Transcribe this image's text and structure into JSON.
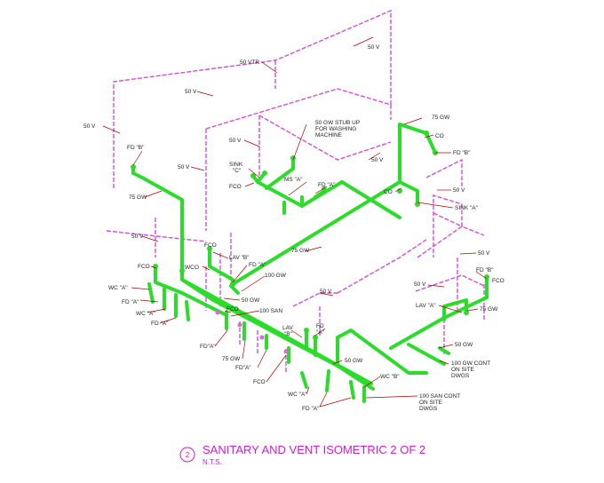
{
  "title": {
    "number": "2",
    "text": "SANITARY AND VENT ISOMETRIC 2 OF 2",
    "scale": "N.T.S."
  },
  "labels": [
    {
      "id": "l1",
      "text": "50 V"
    },
    {
      "id": "l2",
      "text": "50 VTR"
    },
    {
      "id": "l3",
      "text": "50 V"
    },
    {
      "id": "l4",
      "text": "50 V"
    },
    {
      "id": "l5",
      "text": "75 GW"
    },
    {
      "id": "l6",
      "text": "50 GW STUB UP"
    },
    {
      "id": "l7",
      "text": "FOR WASHING"
    },
    {
      "id": "l8",
      "text": "MACHINE"
    },
    {
      "id": "l9",
      "text": "CO"
    },
    {
      "id": "l10",
      "text": "FD \"B\""
    },
    {
      "id": "l11",
      "text": "50 V"
    },
    {
      "id": "l12",
      "text": "FD \"B\""
    },
    {
      "id": "l13",
      "text": "50 V"
    },
    {
      "id": "l14",
      "text": "SINK"
    },
    {
      "id": "l15",
      "text": "\"C\""
    },
    {
      "id": "l16",
      "text": "50 V"
    },
    {
      "id": "l17",
      "text": "FCO"
    },
    {
      "id": "l18",
      "text": "MS \"A\""
    },
    {
      "id": "l19",
      "text": "FD \"A\""
    },
    {
      "id": "l20",
      "text": "CO"
    },
    {
      "id": "l21",
      "text": "50 V"
    },
    {
      "id": "l22",
      "text": "75 GW"
    },
    {
      "id": "l23",
      "text": "SINK \"A\""
    },
    {
      "id": "l24",
      "text": "50 V"
    },
    {
      "id": "l25",
      "text": "FCO"
    },
    {
      "id": "l26",
      "text": "75 GW"
    },
    {
      "id": "l27",
      "text": "50 V"
    },
    {
      "id": "l28",
      "text": "LAV \"B\""
    },
    {
      "id": "l29",
      "text": "FD \"A\""
    },
    {
      "id": "l30",
      "text": "FCO"
    },
    {
      "id": "l31",
      "text": "WCO"
    },
    {
      "id": "l32",
      "text": "100 GW"
    },
    {
      "id": "l33",
      "text": "FD \"B\""
    },
    {
      "id": "l34",
      "text": "FCO"
    },
    {
      "id": "l35",
      "text": "WC \"A\""
    },
    {
      "id": "l36",
      "text": "50 V"
    },
    {
      "id": "l37",
      "text": "50 V"
    },
    {
      "id": "l38",
      "text": "FD \"A\""
    },
    {
      "id": "l39",
      "text": "50 GW"
    },
    {
      "id": "l40",
      "text": "WC \"A\""
    },
    {
      "id": "l41",
      "text": "FCO"
    },
    {
      "id": "l42",
      "text": "100 SAN"
    },
    {
      "id": "l43",
      "text": "LAV \"A\""
    },
    {
      "id": "l44",
      "text": "75 GW"
    },
    {
      "id": "l45",
      "text": "FD \"A\""
    },
    {
      "id": "l46",
      "text": "LAV"
    },
    {
      "id": "l47",
      "text": "\"B\""
    },
    {
      "id": "l48",
      "text": "FD"
    },
    {
      "id": "l49",
      "text": "\"A\""
    },
    {
      "id": "l50",
      "text": "50 GW"
    },
    {
      "id": "l51",
      "text": "FD\"A\""
    },
    {
      "id": "l52",
      "text": "75 GW"
    },
    {
      "id": "l53",
      "text": "FD\"A\""
    },
    {
      "id": "l54",
      "text": "50 GW"
    },
    {
      "id": "l55",
      "text": "100 GW CONT"
    },
    {
      "id": "l56",
      "text": "ON SITE"
    },
    {
      "id": "l57",
      "text": "DWGS"
    },
    {
      "id": "l58",
      "text": "FCO"
    },
    {
      "id": "l59",
      "text": "WC \"B\""
    },
    {
      "id": "l60",
      "text": "WC \"A\""
    },
    {
      "id": "l61",
      "text": "100 SAN CONT"
    },
    {
      "id": "l62",
      "text": "ON SITE"
    },
    {
      "id": "l63",
      "text": "DWGS"
    },
    {
      "id": "l64",
      "text": "FD \"A\""
    }
  ],
  "colors": {
    "vent": "#d24fd2",
    "pipe": "#2bdc2b",
    "leader": "#b00000",
    "title": "#d01ad0"
  }
}
